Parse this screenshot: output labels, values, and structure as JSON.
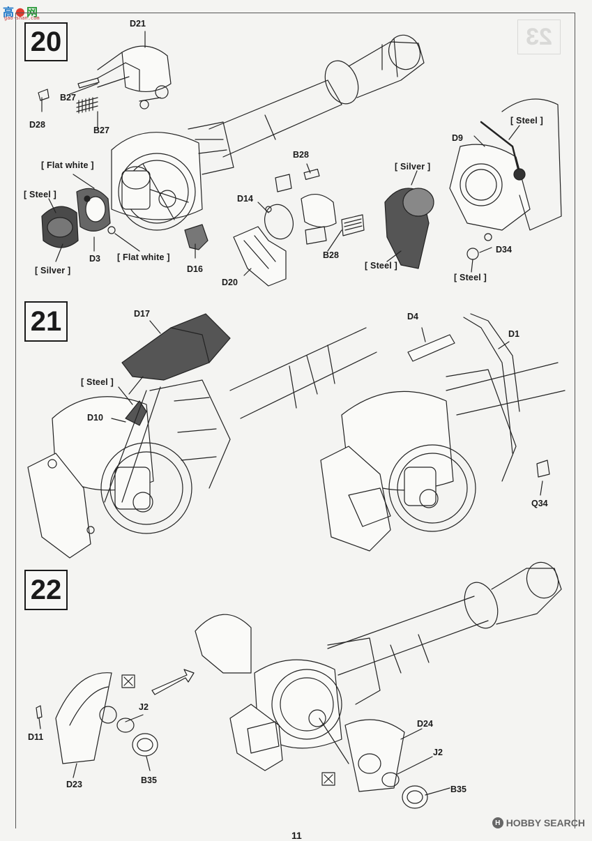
{
  "site_logo": {
    "chars": [
      "高",
      "●",
      "网"
    ],
    "url": "gao-shan.com"
  },
  "page_number": "11",
  "watermark": {
    "badge": "H",
    "text": "HOBBY SEARCH"
  },
  "steps": [
    {
      "number": "20",
      "labels": {
        "d21": "D21",
        "b27_a": "B27",
        "b27_b": "B27",
        "d28": "D28",
        "flat_white_1": "[ Flat white ]",
        "steel_1": "[ Steel ]",
        "silver_1": "[ Silver ]",
        "d3": "D3",
        "flat_white_2": "[ Flat white ]",
        "d16": "D16",
        "b28_a": "B28",
        "d14": "D14",
        "b28_b": "B28",
        "d20": "D20",
        "silver_2": "[ Silver ]",
        "steel_2": "[ Steel ]",
        "d9": "D9",
        "steel_3": "[ Steel ]",
        "d34": "D34",
        "steel_4": "[ Steel ]"
      }
    },
    {
      "number": "21",
      "labels": {
        "d17": "D17",
        "steel": "[ Steel ]",
        "d10": "D10",
        "d4": "D4",
        "d1": "D1",
        "q34": "Q34"
      }
    },
    {
      "number": "22",
      "labels": {
        "d11": "D11",
        "d23": "D23",
        "j2_a": "J2",
        "b35_a": "B35",
        "d24": "D24",
        "j2_b": "J2",
        "b35_b": "B35"
      }
    }
  ]
}
